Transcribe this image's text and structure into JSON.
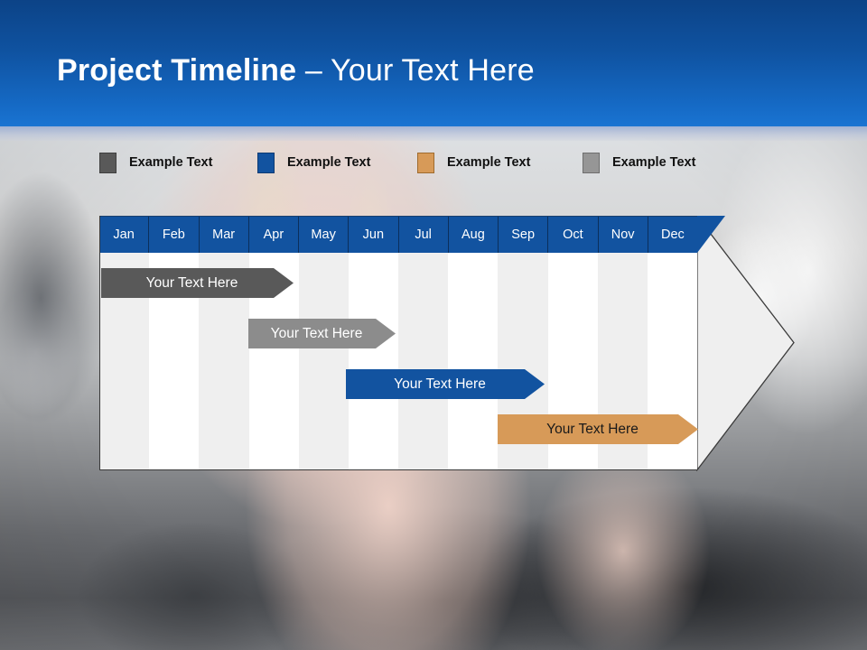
{
  "slide": {
    "title_bold": "Project Timeline",
    "title_dash": " – ",
    "title_light": "Your Text Here",
    "background_description": "blurred gym interior photo with person and dumbbells",
    "colors": {
      "header_blue_dark": "#0c4387",
      "header_blue_light": "#1a74d2",
      "month_header_blue": "#1253a0",
      "bar_dark_gray": "#595959",
      "bar_blue": "#1253a0",
      "bar_orange": "#d79a58",
      "bar_light_gray": "#8c8c8c",
      "column_alt": "#efefef",
      "column_base": "#ffffff"
    }
  },
  "legend": {
    "items": [
      {
        "label": "Example Text",
        "color": "#595959",
        "border": "#3f3f3f",
        "x": 0
      },
      {
        "label": "Example Text",
        "color": "#1253a0",
        "border": "#0d3b73",
        "x": 175
      },
      {
        "label": "Example Text",
        "color": "#d79a58",
        "border": "#9f6b2e",
        "x": 352
      },
      {
        "label": "Example Text",
        "color": "#969696",
        "border": "#6e6e6e",
        "x": 535
      }
    ]
  },
  "chart_data": {
    "type": "bar",
    "title": "Project Timeline – Your Text Here",
    "xlabel": "",
    "ylabel": "",
    "orientation": "horizontal",
    "grid": true,
    "legend_position": "top",
    "categories": [
      "Jan",
      "Feb",
      "Mar",
      "Apr",
      "May",
      "Jun",
      "Jul",
      "Aug",
      "Sep",
      "Oct",
      "Nov",
      "Dec"
    ],
    "months": [
      "Jan",
      "Feb",
      "Mar",
      "Apr",
      "May",
      "Jun",
      "Jul",
      "Aug",
      "Sep",
      "Oct",
      "Nov",
      "Dec"
    ],
    "series": [
      {
        "name": "Example Text",
        "label": "Your  Text Here",
        "color": "#595959",
        "border": "#3c3c3c",
        "text_color": "#ffffff",
        "start_month": "Jan",
        "end_month": "Apr",
        "start": 0,
        "end": 3.9,
        "row": 0
      },
      {
        "name": "Example Text",
        "label": "Your  Text Here",
        "color": "#8c8c8c",
        "border": "#5e5e5e",
        "text_color": "#ffffff",
        "start_month": "Apr",
        "end_month": "Jul",
        "start": 3.0,
        "end": 5.95,
        "row": 1
      },
      {
        "name": "Example Text",
        "label": "Your  Text Here",
        "color": "#1253a0",
        "border": "#0c3b73",
        "text_color": "#ffffff",
        "start_month": "Jun",
        "end_month": "Sep",
        "start": 4.95,
        "end": 8.95,
        "row": 2
      },
      {
        "name": "Example Text",
        "label": "Your  Text Here",
        "color": "#d79a58",
        "border": "#9b6a2f",
        "text_color": "#1a1a1a",
        "start_month": "Sep",
        "end_month": "Dec",
        "start": 8.0,
        "end": 12.0,
        "row": 3
      }
    ],
    "xlim": [
      0,
      12
    ]
  }
}
